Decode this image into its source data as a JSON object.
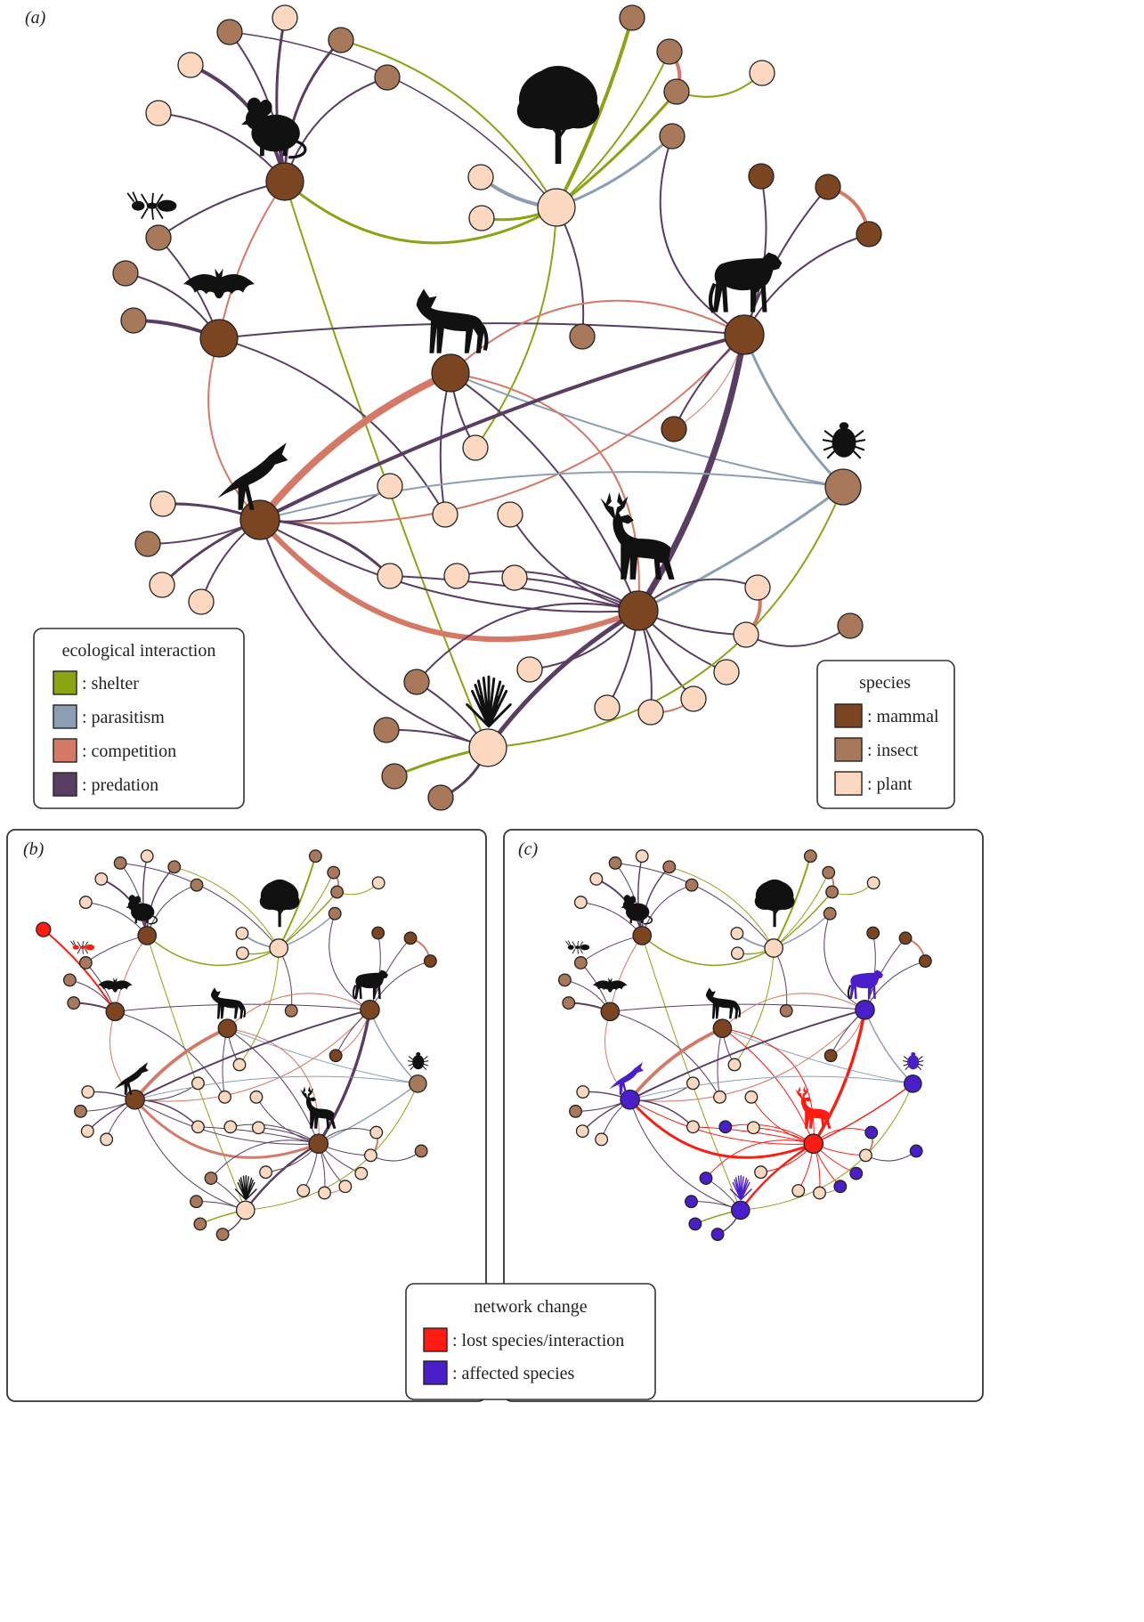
{
  "panels": {
    "a": "(a)",
    "b": "(b)",
    "c": "(c)"
  },
  "legends": {
    "interaction": {
      "title": "ecological interaction",
      "items": [
        {
          "label": ": shelter",
          "color": "#8aa514"
        },
        {
          "label": ": parasitism",
          "color": "#8b9eb3"
        },
        {
          "label": ": competition",
          "color": "#d67866"
        },
        {
          "label": ": predation",
          "color": "#5a3d62"
        }
      ]
    },
    "species": {
      "title": "species",
      "items": [
        {
          "label": ": mammal",
          "color": "#7a4520"
        },
        {
          "label": ": insect",
          "color": "#a8785a"
        },
        {
          "label": ": plant",
          "color": "#fcd8c0"
        }
      ]
    },
    "network_change": {
      "title": "network change",
      "items": [
        {
          "label": ": lost species/interaction",
          "color": "#ff1a12"
        },
        {
          "label": ": affected species",
          "color": "#4a1fc9"
        }
      ]
    }
  },
  "icons": [
    "mouse-icon",
    "tree-icon",
    "ant-icon",
    "bat-icon",
    "coyote-icon",
    "puma-icon",
    "tick-icon",
    "fox-icon",
    "deer-icon",
    "grass-icon"
  ]
}
